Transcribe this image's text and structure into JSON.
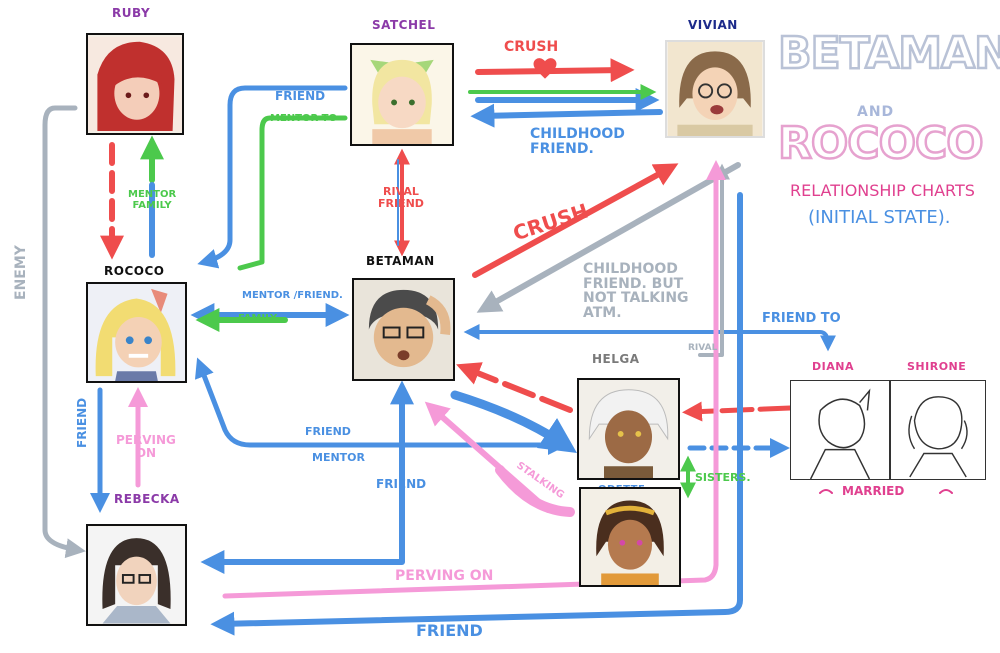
{
  "title": {
    "line1": "BETAMAN",
    "line2": "AND",
    "line3": "ROCOCO",
    "line4": "RELATIONSHIP CHARTS",
    "line5": "(INITIAL STATE)."
  },
  "characters": {
    "ruby": "RUBY",
    "satchel": "SATCHEL",
    "vivian": "VIVIAN",
    "rococo": "ROCOCO",
    "betaman": "BETAMAN",
    "helga": "HELGA",
    "rebecka": "REBECKA",
    "odette": "ODETTE",
    "diana": "DIANA",
    "shirone": "SHIRONE"
  },
  "relations": {
    "crush_top": "CRUSH",
    "friend_satchel": "FRIEND",
    "mentor_to": "MENTOR TO",
    "childhood_friend": "CHILDHOOD\nFRIEND.",
    "mentor_family": "MENTOR\nFAMILY",
    "rival_friend": "RIVAL\nFRIEND",
    "crush_mid": "CRUSH",
    "childhood_not_talking": "CHILDHOOD\nFRIEND. BUT\nNOT TALKING\nATM.",
    "mentor_friend": "MENTOR /FRIEND.",
    "family": "FAMILY",
    "friend_to": "FRIEND TO",
    "rival_helga": "RIVAL",
    "enemy": "ENEMY",
    "friend_rococo_rebecka": "FRIEND",
    "perving_on_rococo": "PERVING\nON",
    "friend_helga": "FRIEND",
    "mentor_helga": "MENTOR",
    "friend_betaman_rebecka": "FRIEND",
    "stalking": "STALKING",
    "sisters": "SISTERS.",
    "perving_on_bottom": "PERVING ON",
    "friend_bottom": "FRIEND",
    "married": "MARRIED"
  },
  "colors": {
    "red": "#ef4d4d",
    "blue": "#4a90e2",
    "green": "#4cc94c",
    "pink": "#f59ad8",
    "gray": "#a8b2bd",
    "purple": "#8b3aa8",
    "navy": "#1c2a8a",
    "magenta": "#e0408f"
  }
}
